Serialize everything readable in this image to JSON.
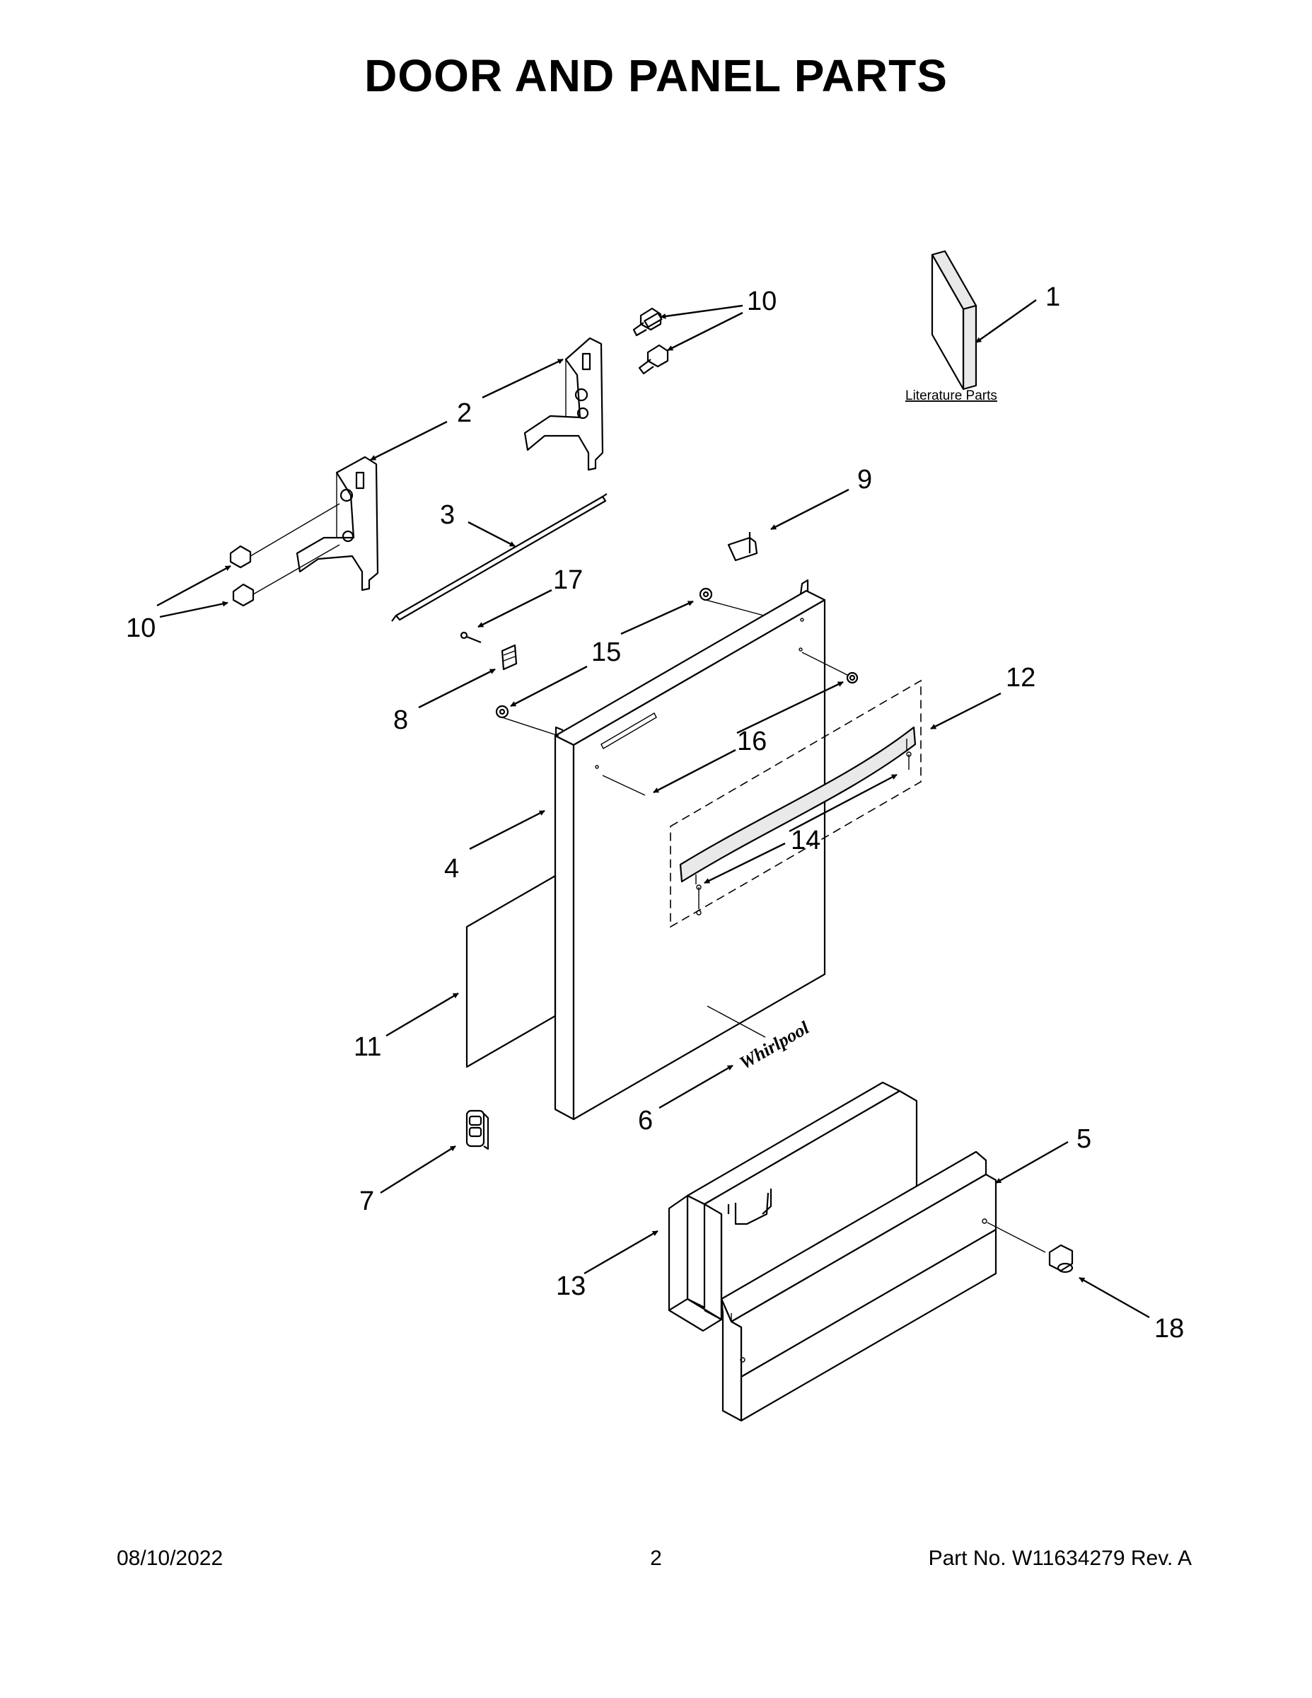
{
  "title": "DOOR AND PANEL PARTS",
  "literature_label": "Literature Parts",
  "brand_logo": "Whirlpool",
  "callouts": [
    {
      "key": "c1",
      "text": "1"
    },
    {
      "key": "c2",
      "text": "2"
    },
    {
      "key": "c3",
      "text": "3"
    },
    {
      "key": "c4",
      "text": "4"
    },
    {
      "key": "c5",
      "text": "5"
    },
    {
      "key": "c6",
      "text": "6"
    },
    {
      "key": "c7",
      "text": "7"
    },
    {
      "key": "c8",
      "text": "8"
    },
    {
      "key": "c9",
      "text": "9"
    },
    {
      "key": "c10a",
      "text": "10"
    },
    {
      "key": "c10b",
      "text": "10"
    },
    {
      "key": "c11",
      "text": "11"
    },
    {
      "key": "c12",
      "text": "12"
    },
    {
      "key": "c13",
      "text": "13"
    },
    {
      "key": "c14",
      "text": "14"
    },
    {
      "key": "c15",
      "text": "15"
    },
    {
      "key": "c16",
      "text": "16"
    },
    {
      "key": "c17",
      "text": "17"
    },
    {
      "key": "c18",
      "text": "18"
    }
  ],
  "footer": {
    "date": "08/10/2022",
    "page": "2",
    "part_no": "Part No.  W11634279  Rev.  A"
  }
}
